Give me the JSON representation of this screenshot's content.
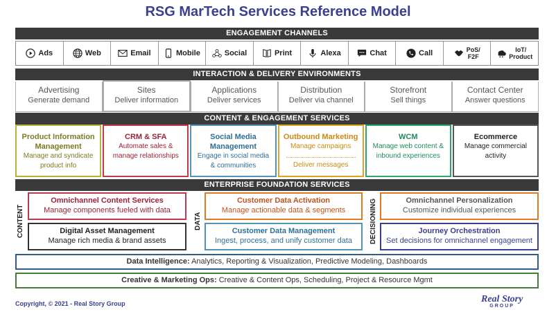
{
  "title": "RSG MarTech Services Reference Model",
  "bands": {
    "engagement": "ENGAGEMENT CHANNELS",
    "interaction": "INTERACTION & DELIVERY ENVIRONMENTS",
    "content": "CONTENT & ENGAGEMENT SERVICES",
    "foundation": "ENTERPRISE FOUNDATION SERVICES"
  },
  "channels": [
    {
      "label": "Ads",
      "icon": "play-icon"
    },
    {
      "label": "Web",
      "icon": "globe-icon"
    },
    {
      "label": "Email",
      "icon": "email-icon"
    },
    {
      "label": "Mobile",
      "icon": "mobile-icon"
    },
    {
      "label": "Social",
      "icon": "social-icon"
    },
    {
      "label": "Print",
      "icon": "print-icon"
    },
    {
      "label": "Alexa",
      "icon": "microphone-icon"
    },
    {
      "label": "Chat",
      "icon": "chat-icon"
    },
    {
      "label": "Call",
      "icon": "phone-icon"
    },
    {
      "label": "PoS/\nF2F",
      "icon": "handshake-icon"
    },
    {
      "label": "IoT/\nProduct",
      "icon": "iot-icon"
    }
  ],
  "environments": [
    {
      "title": "Advertising",
      "sub": "Generate demand"
    },
    {
      "title": "Sites",
      "sub": "Deliver information"
    },
    {
      "title": "Applications",
      "sub": "Deliver services"
    },
    {
      "title": "Distribution",
      "sub": "Deliver via channel"
    },
    {
      "title": "Storefront",
      "sub": "Sell things"
    },
    {
      "title": "Contact Center",
      "sub": "Answer questions"
    }
  ],
  "content_services": [
    {
      "title": "Product Information Management",
      "sub": "Manage and syndicate product info",
      "color": "#7d7a1e",
      "border": "#b7b23a"
    },
    {
      "title": "CRM & SFA",
      "sub": "Automate sales & manage relationships",
      "color": "#9b2335",
      "border": "#c0394b"
    },
    {
      "title": "Social Media Management",
      "sub": "Engage in social media & communities",
      "color": "#2f6f96",
      "border": "#4f93bd"
    },
    {
      "title": "Outbound Marketing",
      "sub": "Manage campaigns",
      "sub2": "Deliver messages",
      "color": "#c98a10",
      "border": "#e0a422"
    },
    {
      "title": "WCM",
      "sub": "Manage web content & inbound experiences",
      "color": "#1f8a5a",
      "border": "#2ea36c"
    },
    {
      "title": "Ecommerce",
      "sub": "Manage commercial activity",
      "color": "#222222",
      "border": "#555555"
    }
  ],
  "foundation": {
    "content_label": "CONTENT",
    "data_label": "DATA",
    "decisioning_label": "DECISIONING",
    "omnichannel_content": {
      "title": "Omnichannel Content Services",
      "sub": "Manage components fueled with data"
    },
    "dam": {
      "title": "Digital Asset Management",
      "sub": "Manage rich media & brand assets"
    },
    "cda": {
      "title": "Customer Data Activation",
      "sub": "Manage actionable data & segments"
    },
    "cdm": {
      "title": "Customer Data Management",
      "sub": "Ingest, process, and unify customer data"
    },
    "personalization": {
      "title": "Omnichannel Personalization",
      "sub": "Customize individual experiences"
    },
    "journey": {
      "title": "Journey Orchestration",
      "sub": "Set decisions for omnichannel engagement"
    }
  },
  "data_intelligence": {
    "label": "Data Intelligence:",
    "text": " Analytics, Reporting & Visualization, Predictive Modeling, Dashboards"
  },
  "creative_ops": {
    "label": "Creative & Marketing Ops:",
    "text": " Creative & Content Ops, Scheduling, Project & Resource Mgmt"
  },
  "footer": "Copyright, © 2021 - Real Story Group",
  "logo": {
    "line1": "Real Story",
    "line2": "GROUP"
  }
}
